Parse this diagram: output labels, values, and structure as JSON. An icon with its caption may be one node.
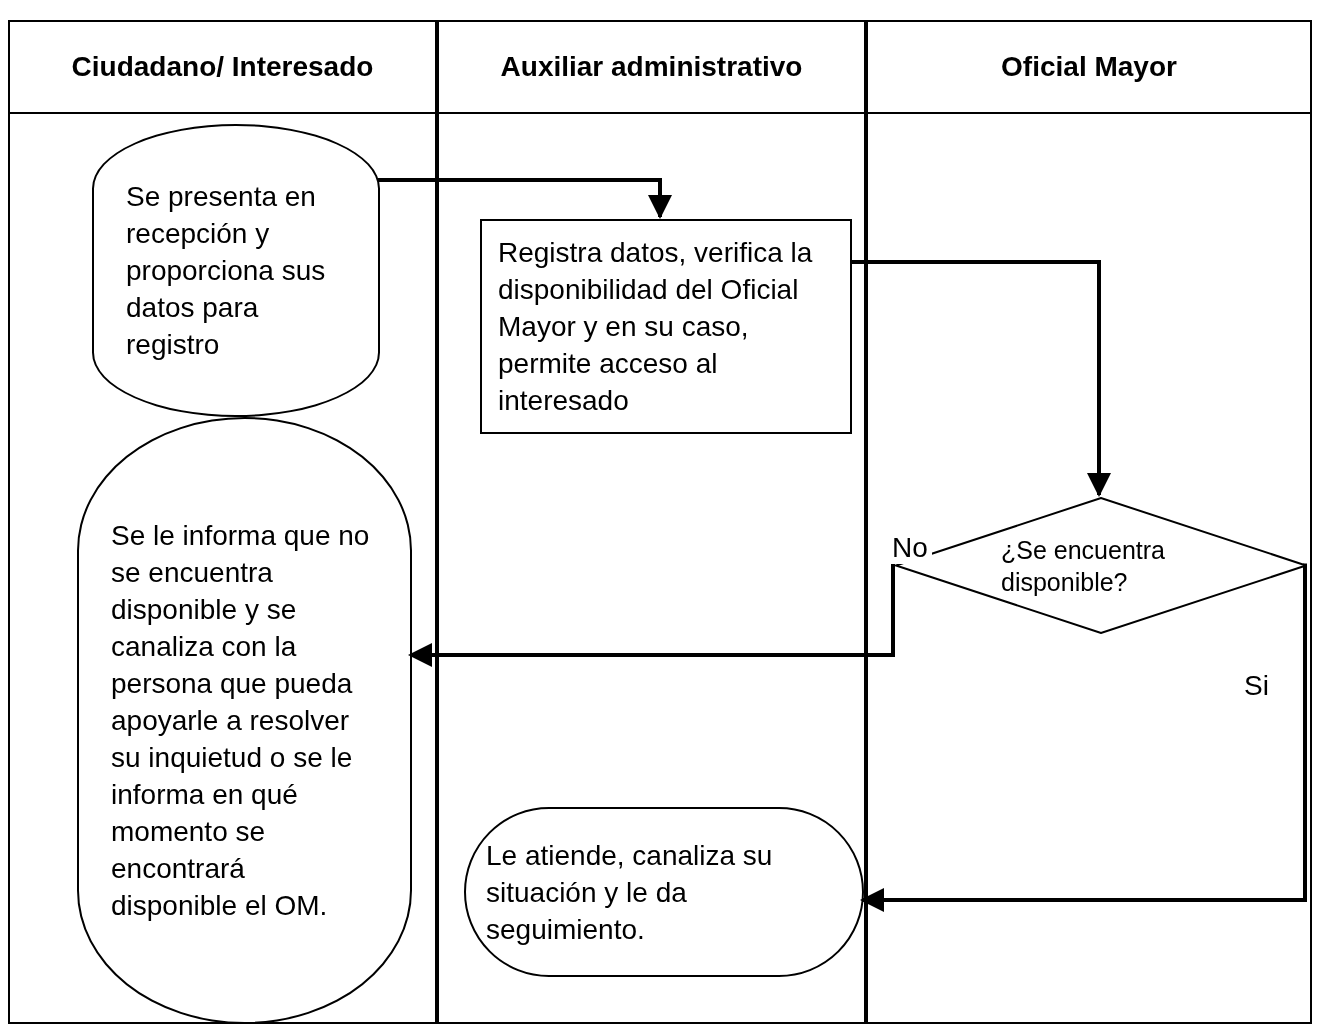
{
  "diagram": {
    "nodes": [
      {
        "text": [
          "Ciudadano/ Interesado"
        ]
      },
      {
        "text": [
          "Auxiliar administrativo"
        ]
      },
      {
        "text": [
          "Oficial Mayor"
        ]
      },
      {
        "text": [
          "Se presenta en recepción y proporciona sus datos para registro"
        ],
        "in": 0
      },
      {
        "text": [
          "Registra datos, verifica la disponibilidad del Oficial Mayor y en su caso, permite acceso al interesado"
        ],
        "in": 1
      },
      {
        "text": [
          "¿Se encuentra disponible?"
        ],
        "in": 2
      },
      {
        "text": [
          "Se le informa que no se encuentra disponible y se canaliza con la persona que pueda apoyarle a resolver su inquietud o se le informa en qué momento se encontrará disponible el OM."
        ],
        "in": 0
      },
      {
        "text": [
          "Le atiende, canaliza su situación y le da seguimiento."
        ],
        "in": 1
      }
    ],
    "edges": [
      {
        "from": 3,
        "to": 4,
        "arrow": "to"
      },
      {
        "from": 4,
        "to": 5,
        "arrow": "to"
      },
      {
        "from": 5,
        "to": 6,
        "arrow": "to",
        "label": "No"
      },
      {
        "from": 5,
        "to": 7,
        "arrow": "to",
        "label": "Si"
      }
    ]
  }
}
